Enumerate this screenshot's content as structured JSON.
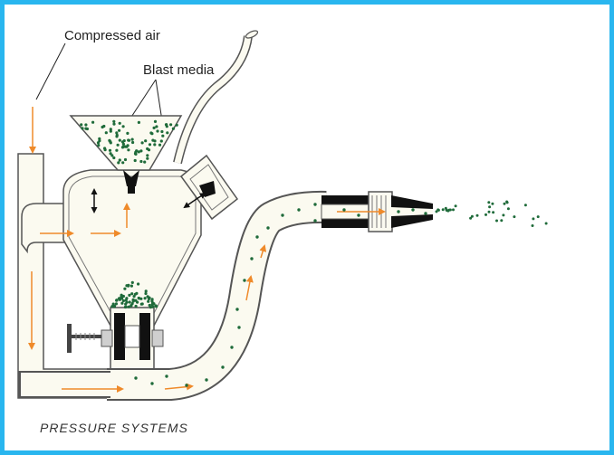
{
  "labels": {
    "compressed_air": "Compressed air",
    "blast_media": "Blast media",
    "caption": "PRESSURE SYSTEMS"
  },
  "colors": {
    "frame_border": "#29b6ef",
    "air_flow_arrow": "#ef8a2a",
    "media_particle": "#1f6b3a",
    "vessel_outline": "#555555",
    "vessel_fill": "#fbfaf0",
    "valve_dark": "#1a1a1a"
  }
}
